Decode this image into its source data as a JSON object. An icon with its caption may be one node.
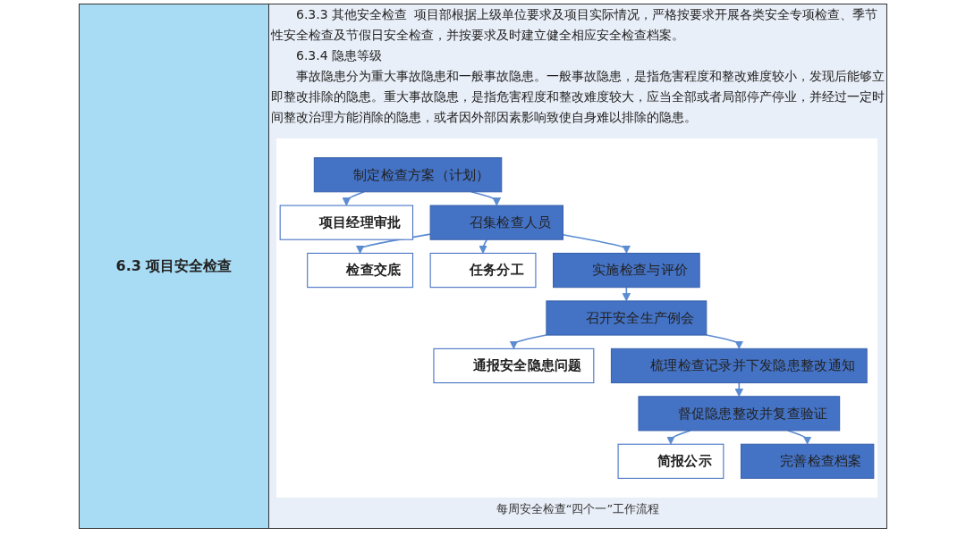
{
  "diagram": {
    "caption": "每周安全检查“四个一”工作流程",
    "nodes": [
      {
        "text": [
          "制定检查方案（计划）"
        ]
      },
      {
        "text": [
          "项目经理审批"
        ]
      },
      {
        "text": [
          "检查交底"
        ]
      },
      {
        "text": [
          "召集检查人员"
        ]
      },
      {
        "text": [
          "任务分工"
        ]
      },
      {
        "text": [
          "实施检查与评价"
        ]
      },
      {
        "text": [
          "召开安全生产例会"
        ]
      },
      {
        "text": [
          "通报安全隐患问题"
        ]
      },
      {
        "text": [
          "梳理检查记录并下发隐患整改通知"
        ]
      },
      {
        "text": [
          "督促隐患整改并复查验证"
        ]
      },
      {
        "text": [
          "简报公示"
        ]
      },
      {
        "text": [
          "完善检查档案"
        ]
      }
    ],
    "edges": [
      {
        "from": 0,
        "to": 1,
        "arrow": "to"
      },
      {
        "from": 0,
        "to": 3,
        "arrow": "to"
      },
      {
        "from": 3,
        "to": 2,
        "arrow": "to"
      },
      {
        "from": 3,
        "to": 4,
        "arrow": "to"
      },
      {
        "from": 3,
        "to": 5,
        "arrow": "to"
      },
      {
        "from": 5,
        "to": 6,
        "arrow": "to"
      },
      {
        "from": 6,
        "to": 7,
        "arrow": "to"
      },
      {
        "from": 6,
        "to": 8,
        "arrow": "to"
      },
      {
        "from": 8,
        "to": 9,
        "arrow": "to"
      },
      {
        "from": 9,
        "to": 10,
        "arrow": "to"
      },
      {
        "from": 9,
        "to": 11,
        "arrow": "to"
      }
    ],
    "labels": [
      "6.3 项目安全检查",
      "6.3.3 其他安全检查",
      "项目部根据上级单位要求及项目实际情况，严格按要求开展各类安全专项检查、季节性安全检查及节假日安全检查，并按要求及时建立健全相应安全检查档案。",
      "6.3.4 隐患等级",
      "事故隐患分为重大事故隐患和一般事故隐患。一般事故隐患，是指危害程度和整改难度较小，发现后能够立即整改排除的隐患。重大事故隐患，是指危害程度和整改难度较大，应当全部或者局部停产停业，并经过一定时间整改治理方能消除的隐患，或者因外部因素影响致使自身难以排除的隐患。"
    ]
  }
}
